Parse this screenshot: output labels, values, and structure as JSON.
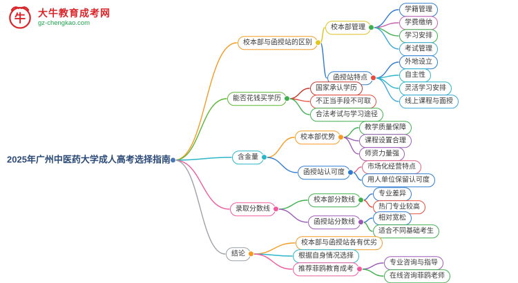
{
  "logo": {
    "title": "大牛教育成考网",
    "domain": "gz-chengkao.com",
    "icon": "bull-logo-icon",
    "brand_color": "#d8252a",
    "domain_color": "#1fa14e"
  },
  "mindmap": {
    "root": {
      "id": "root",
      "label": "2025年广州中医药大学成人高考选择指南",
      "color": "#2b4a78",
      "dot": "#4a78b5",
      "children": [
        {
          "id": "b1",
          "label": "校本部与函授站的区别",
          "color": "#f59a23",
          "dot": "#e3c61c",
          "children": [
            {
              "id": "b1a",
              "label": "校本部管理",
              "color": "#d9c41f",
              "dot": "#3faf4e",
              "children": [
                {
                  "id": "b1a1",
                  "label": "学籍管理",
                  "color": "#2e7bd0"
                },
                {
                  "id": "b1a2",
                  "label": "学费缴纳",
                  "color": "#c75fae"
                },
                {
                  "id": "b1a3",
                  "label": "学习安排",
                  "color": "#3faf4e"
                },
                {
                  "id": "b1a4",
                  "label": "考试管理",
                  "color": "#3aa7d9"
                }
              ]
            },
            {
              "id": "b1b",
              "label": "函授站特点",
              "color": "#2e7bd0",
              "dot": "#e74c3c",
              "children": [
                {
                  "id": "b1b1",
                  "label": "外地设立",
                  "color": "#2e7bd0"
                },
                {
                  "id": "b1b2",
                  "label": "自主性",
                  "color": "#2ab5c9"
                },
                {
                  "id": "b1b3",
                  "label": "灵活学习安排",
                  "color": "#2ab5c9"
                },
                {
                  "id": "b1b4",
                  "label": "线上课程与面授",
                  "color": "#3aa7d9"
                }
              ]
            }
          ]
        },
        {
          "id": "b2",
          "label": "能否花钱买学历",
          "color": "#5cb531",
          "dot": "#3faf4e",
          "children": [
            {
              "id": "b2a",
              "label": "国家承认学历",
              "color": "#c0392b"
            },
            {
              "id": "b2b",
              "label": "不正当手段不可取",
              "color": "#e74c3c"
            },
            {
              "id": "b2c",
              "label": "合法考试与学习途径",
              "color": "#3faf4e"
            }
          ]
        },
        {
          "id": "b3",
          "label": "含金量",
          "color": "#2ab5c9",
          "dot": "#2ab5c9",
          "children": [
            {
              "id": "b3a",
              "label": "校本部优势",
              "color": "#f59a23",
              "dot": "#f59a23",
              "children": [
                {
                  "id": "b3a1",
                  "label": "教学质量保障",
                  "color": "#3faf4e"
                },
                {
                  "id": "b3a2",
                  "label": "课程设置合理",
                  "color": "#9b59b6"
                },
                {
                  "id": "b3a3",
                  "label": "师资力量强",
                  "color": "#9b59b6"
                }
              ]
            },
            {
              "id": "b3b",
              "label": "函授站认可度",
              "color": "#2e7bd0",
              "dot": "#2e7bd0",
              "children": [
                {
                  "id": "b3b1",
                  "label": "市场化经营特点",
                  "color": "#e0607e"
                },
                {
                  "id": "b3b2",
                  "label": "用人单位保留认可度",
                  "color": "#2e7bd0"
                }
              ]
            }
          ]
        },
        {
          "id": "b4",
          "label": "录取分数线",
          "color": "#ef5b9c",
          "dot": "#ef5b9c",
          "children": [
            {
              "id": "b4a",
              "label": "校本部分数线",
              "color": "#3faf4e",
              "dot": "#3faf4e",
              "children": [
                {
                  "id": "b4a1",
                  "label": "专业差异",
                  "color": "#2e7bd0"
                },
                {
                  "id": "b4a2",
                  "label": "热门专业较高",
                  "color": "#e74c3c"
                }
              ]
            },
            {
              "id": "b4b",
              "label": "函授站分数线",
              "color": "#9b59b6",
              "dot": "#9b59b6",
              "children": [
                {
                  "id": "b4b1",
                  "label": "相对宽松",
                  "color": "#2e7bd0"
                },
                {
                  "id": "b4b2",
                  "label": "适合不同基础考生",
                  "color": "#3faf4e"
                }
              ]
            }
          ]
        },
        {
          "id": "b5",
          "label": "结论",
          "color": "#9aa0a6",
          "dot": "#f59a23",
          "children": [
            {
              "id": "b5a",
              "label": "校本部与函授站各有优劣",
              "color": "#f59a23"
            },
            {
              "id": "b5b",
              "label": "根据自身情况选择",
              "color": "#2ab5c9"
            },
            {
              "id": "b5c",
              "label": "推荐菲鸥教育成考",
              "color": "#ef5b9c",
              "dot": "#ef5b9c",
              "children": [
                {
                  "id": "b5c1",
                  "label": "专业咨询与指导",
                  "color": "#9b59b6"
                },
                {
                  "id": "b5c2",
                  "label": "在线咨询菲鸥老师",
                  "color": "#3faf4e"
                }
              ]
            }
          ]
        }
      ]
    }
  }
}
